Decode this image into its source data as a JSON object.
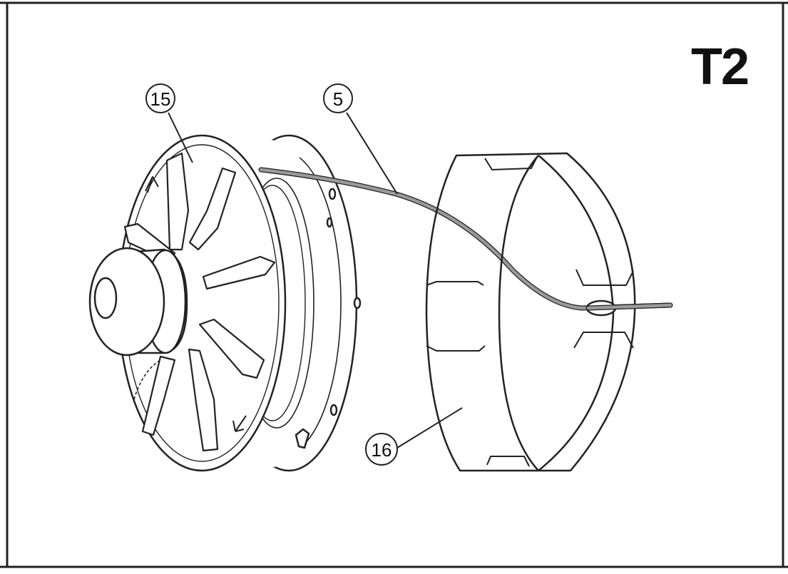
{
  "figure": {
    "step_label": "T2",
    "callouts": {
      "spool": "15",
      "line": "5",
      "ring": "16"
    }
  },
  "colors": {
    "line": "#222222",
    "trimmer_line": "#9a9a9a",
    "background": "#ffffff"
  }
}
